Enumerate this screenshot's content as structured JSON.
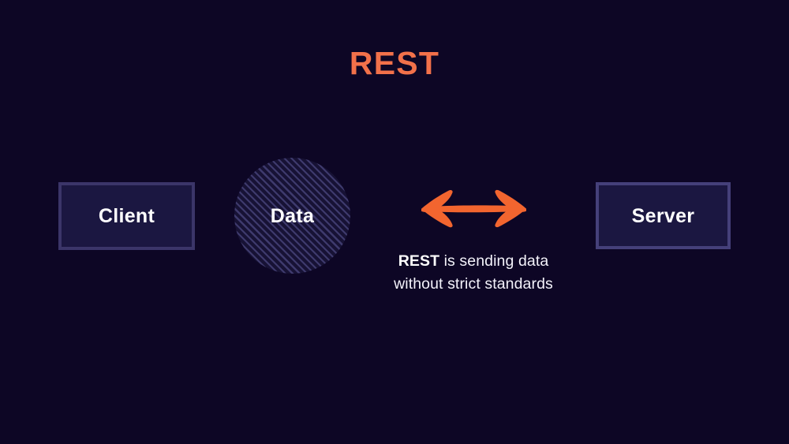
{
  "slide": {
    "background_color": "#0d0625",
    "title": "REST",
    "title_color": "#f2714a"
  },
  "nodes": [
    {
      "id": "client",
      "label": "Client",
      "shape": "rectangle",
      "fill_color": "#1b1741",
      "border_color": "#3b3569",
      "text_color": "#ffffff"
    },
    {
      "id": "data",
      "label": "Data",
      "shape": "circle-hatched",
      "fill_color": "#171235",
      "stripe_color": "#3e3a6d",
      "text_color": "#ffffff"
    },
    {
      "id": "server",
      "label": "Server",
      "shape": "rectangle",
      "fill_color": "#1b1741",
      "border_color": "#45407a",
      "text_color": "#ffffff"
    }
  ],
  "connector": {
    "type": "double-headed-arrow",
    "color": "#f2652f",
    "direction": "bidirectional"
  },
  "caption": {
    "line1_strong": "REST",
    "line1_rest": " is sending data",
    "line2": "without strict standards",
    "text_color": "#f3f2fa"
  }
}
